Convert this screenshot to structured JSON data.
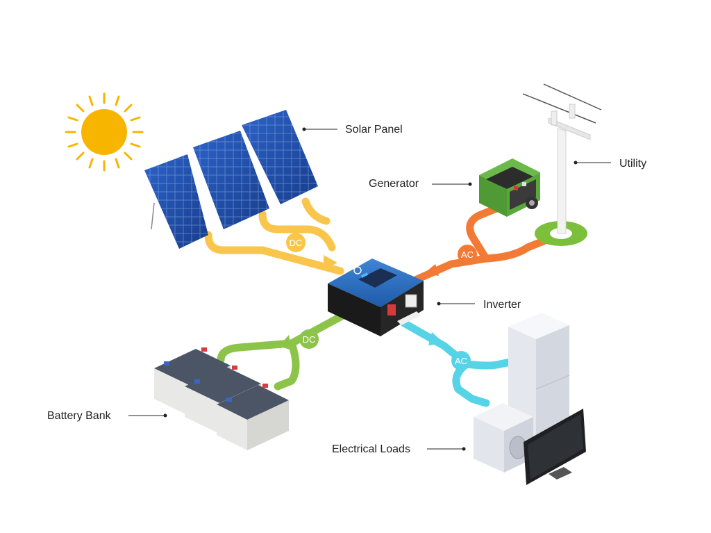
{
  "labels": {
    "solar_panel": "Solar Panel",
    "generator": "Generator",
    "utility": "Utility",
    "inverter": "Inverter",
    "battery_bank": "Battery Bank",
    "electrical_loads": "Electrical Loads"
  },
  "flows": {
    "solar": "DC",
    "grid": "AC",
    "battery": "DC",
    "loads": "AC"
  },
  "colors": {
    "solar_flow": "#f9c64b",
    "grid_flow": "#f37a35",
    "battery_flow": "#8cc44a",
    "loads_flow": "#56d3e6",
    "sun": "#f7b500",
    "panel": "#1f4fa8",
    "inverter": "#2f6fc1"
  }
}
